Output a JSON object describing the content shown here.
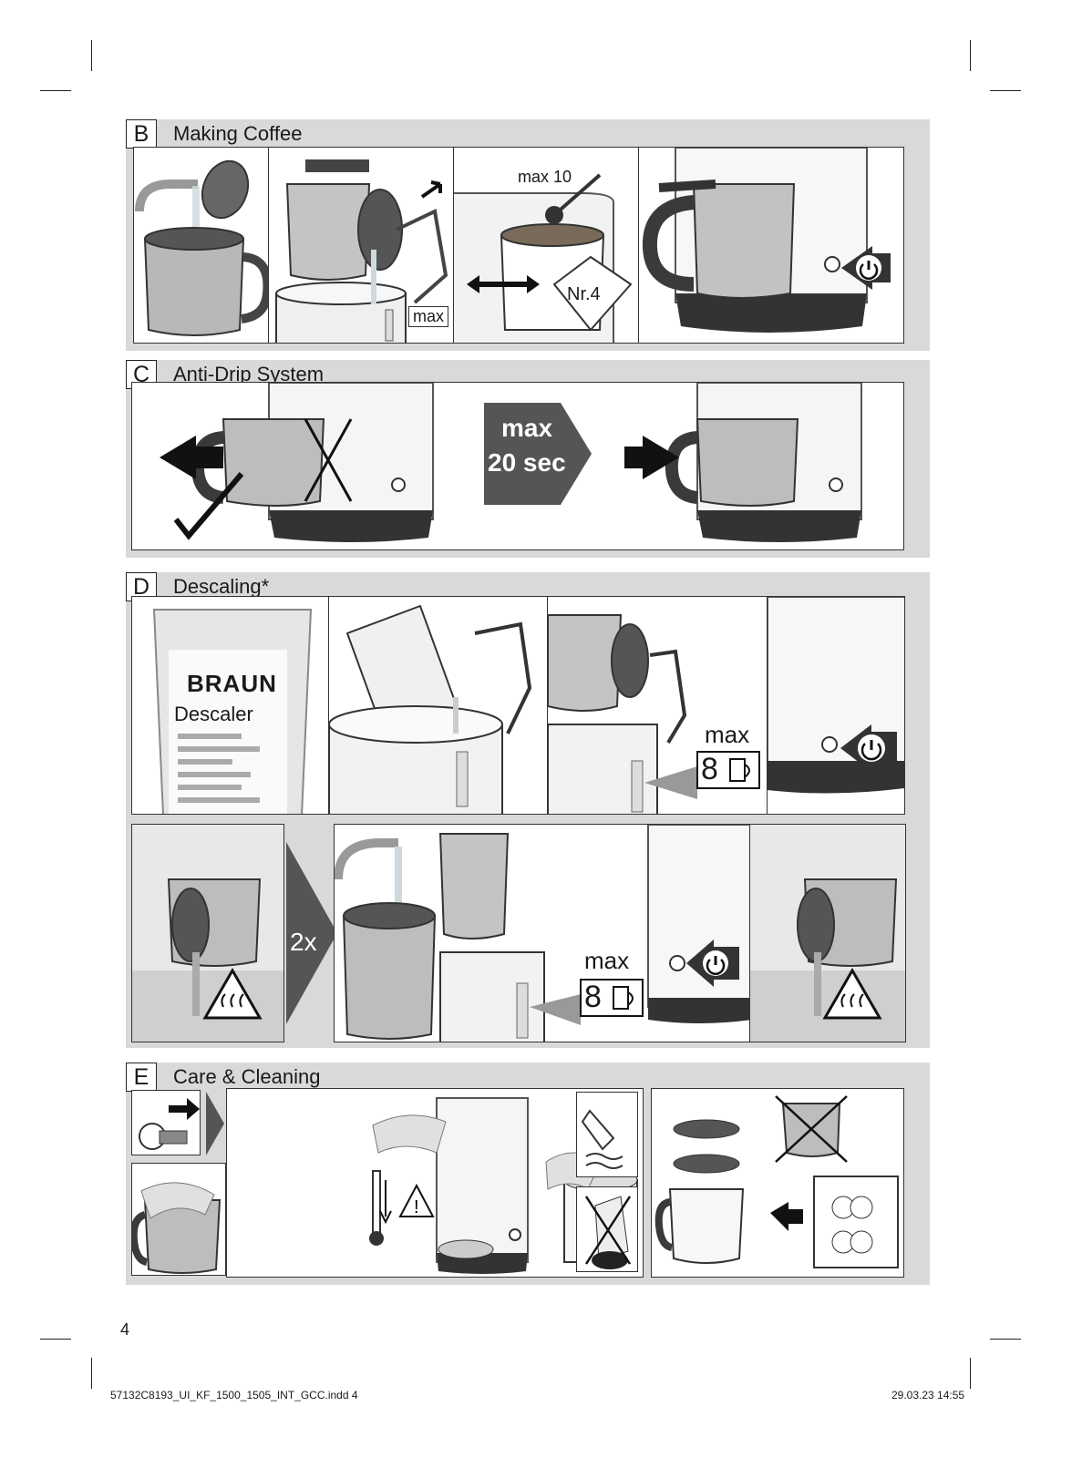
{
  "sections": {
    "B": {
      "letter": "B",
      "title": "Making Coffee",
      "labels": {
        "max_scoops": "max 10",
        "water_max": "max",
        "filter_size": "Nr.4"
      }
    },
    "C": {
      "letter": "C",
      "title": "Anti-Drip System",
      "labels": {
        "time_line1": "max",
        "time_line2": "20 sec"
      }
    },
    "D": {
      "letter": "D",
      "title": "Descaling*",
      "labels": {
        "brand": "BRAUN",
        "product": "Descaler",
        "max1": "max",
        "cups1": "8",
        "repeat": "2x",
        "max2": "max",
        "cups2": "8"
      }
    },
    "E": {
      "letter": "E",
      "title": "Care & Cleaning"
    }
  },
  "page_number": "4",
  "footer": {
    "file": "57132C8193_UI_KF_1500_1505_INT_GCC.indd   4",
    "date": "29.03.23   14:55"
  },
  "icons": [
    "power-icon",
    "hot-surface-warning-icon",
    "warning-icon",
    "thermometer-icon",
    "cup-icon",
    "arrow-icon",
    "check-icon",
    "cross-icon"
  ],
  "colors": {
    "panel_bg": "#d9d9d9",
    "dark_arrow": "#555555",
    "machine_body": "#f2f2f2"
  }
}
